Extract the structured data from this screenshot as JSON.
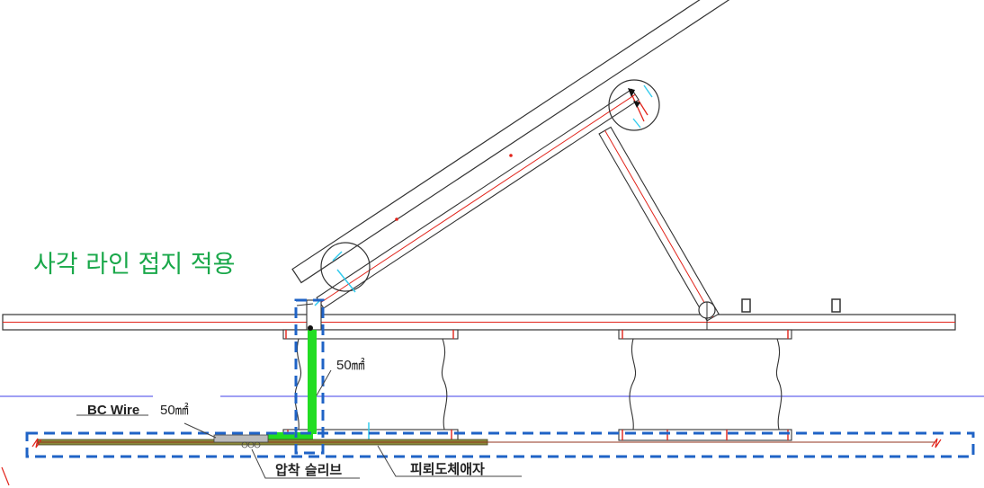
{
  "labels": {
    "title": "사각 라인 접지 적용",
    "wire_size_vertical": "50㎟",
    "bc_wire": "BC Wire",
    "bc_wire_size": "50㎟",
    "compression_sleeve": "압착 슬리브",
    "lightning_conductor_insulator": "피뢰도체애자"
  },
  "colors": {
    "frame": "#333333",
    "red_center": "#e2231a",
    "grounding_wire": "#22dd22",
    "dashed_box": "#1f63c6",
    "ground_ref_line": "#6666ee",
    "cyan_mark": "#33ccee",
    "bc_wire_fill": "#8a8a3a",
    "title_text": "#1aa84a"
  }
}
